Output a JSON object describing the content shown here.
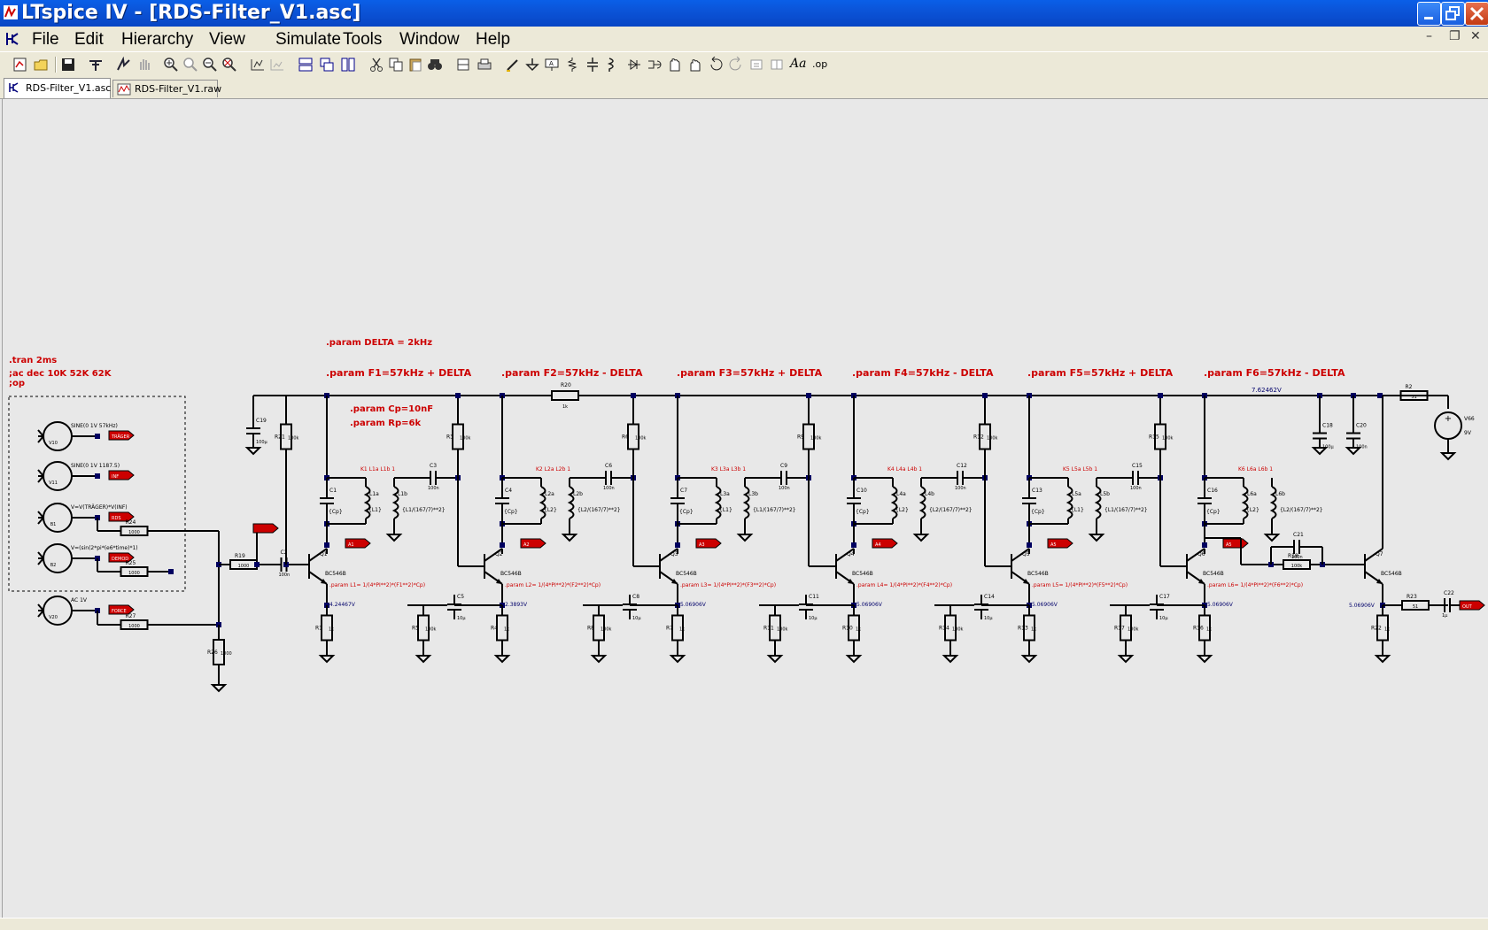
{
  "window": {
    "title": "LTspice IV - [RDS-Filter_V1.asc]",
    "colors": {
      "titlebar": "#0b54d8",
      "wire": "#000080",
      "param_text": "#cc0000",
      "node_voltage": "#000080",
      "canvas": "#e8e8e8"
    }
  },
  "menu": {
    "items": [
      "File",
      "Edit",
      "Hierarchy",
      "View",
      "Simulate",
      "Tools",
      "Window",
      "Help"
    ]
  },
  "toolbar": {
    "icons": [
      "new-schematic-icon",
      "open-icon",
      "save-icon",
      "control-panel-icon",
      "run-icon",
      "halt-icon",
      "zoom-in-icon",
      "zoom-pan-icon",
      "zoom-out-icon",
      "zoom-fit-icon",
      "autorange-icon",
      "grid-icon",
      "tile-horizontal-icon",
      "cascade-icon",
      "tile-vertical-icon",
      "cut-icon",
      "copy-icon",
      "paste-icon",
      "find-icon",
      "print-preview-icon",
      "print-icon",
      "draw-wire-icon",
      "ground-icon",
      "label-net-icon",
      "resistor-icon",
      "capacitor-icon",
      "inductor-icon",
      "diode-icon",
      "component-icon",
      "move-icon",
      "drag-icon",
      "undo-icon",
      "redo-icon",
      "rotate-icon",
      "mirror-icon",
      "text-icon",
      "spice-directive-icon"
    ],
    "text_button": "Aa",
    "op_button": ".op"
  },
  "tabs": [
    {
      "label": "RDS-Filter_V1.asc",
      "active": true
    },
    {
      "label": "RDS-Filter_V1.raw",
      "active": false
    }
  ],
  "schematic": {
    "directives": {
      "tran": ".tran 2ms",
      "ac": ";ac dec 10K 52K 62K",
      "op": ";op",
      "delta": ".param DELTA = 2kHz",
      "cp": ".param Cp=10nF",
      "rp": ".param Rp=6k"
    },
    "stage_params": [
      ".param F1=57kHz + DELTA",
      ".param F2=57kHz - DELTA",
      ".param F3=57kHz + DELTA",
      ".param F4=57kHz - DELTA",
      ".param F5=57kHz + DELTA",
      ".param F6=57kHz - DELTA"
    ],
    "l_params": [
      ".param L1= 1/(4*PI**2)*(F1**2)*Cp)",
      ".param L2= 1/(4*PI**2)*(F2**2)*Cp)",
      ".param L3= 1/(4*PI**2)*(F3**2)*Cp)",
      ".param L4= 1/(4*PI**2)*(F4**2)*Cp)",
      ".param L5= 1/(4*PI**2)*(F5**2)*Cp)",
      ".param L6= 1/(4*PI**2)*(F6**2)*Cp)"
    ],
    "couplings": [
      "K1 L1a L1b 1",
      "K2 L2a L2b 1",
      "K3 L3a L3b 1",
      "K4 L4a L4b 1",
      "K5 L5a L5b 1",
      "K6 L6a L6b 1"
    ],
    "transistors": [
      "Q1",
      "Q2",
      "Q3",
      "Q4",
      "Q5",
      "Q6",
      "Q7"
    ],
    "transistor_model": "BC546B",
    "emitter_voltages": [
      "4.24467V",
      "2.3893V",
      "5.06906V",
      "5.06906V",
      "5.06906V",
      "5.06906V",
      "5.06906V"
    ],
    "rail_voltage": "7.62462V",
    "supply": {
      "name": "V66",
      "value": "9V"
    },
    "sources": [
      "SINE(0 1V 57kHz)",
      "SINE(0 1V 1187.5)",
      "V=V(TRÄGER)*V(INF)",
      "V=(sin(2*pi*(e6*time)*1)",
      "AC 1V"
    ],
    "source_labels": [
      "TRÄGER",
      "INF",
      "RDS",
      "DEMOD",
      "FORCE"
    ],
    "source_refs": [
      "V10",
      "V11",
      "B1",
      "B2",
      "V20"
    ],
    "resistors_in": [
      "R24",
      "R25",
      "R27",
      "R19",
      "R26"
    ],
    "resistor_value": "1000",
    "misc": {
      "r20": "R20",
      "r20v": "1k",
      "r2": "R2",
      "r2v": "51",
      "r23": "R23",
      "r23v": "51",
      "r18": "R18",
      "r18v": "100k",
      "c19": "C19",
      "c19v": "100µ",
      "c18": "C18",
      "c18v": "100µ",
      "c20": "C20",
      "c20v": "100n",
      "c21": "C21",
      "c21v": "100n",
      "c22": "C22",
      "c22v": "1µ",
      "c2": "C2",
      "c2v": "100n",
      "out": "OUT",
      "r21": "R21",
      "r21v": "100k"
    },
    "tank_caps": [
      "C1",
      "C4",
      "C7",
      "C10",
      "C13",
      "C16"
    ],
    "coupling_caps": [
      "C3",
      "C6",
      "C9",
      "C12",
      "C15"
    ],
    "bypass_caps": [
      "C5",
      "C8",
      "C11",
      "C14",
      "C17"
    ],
    "bypass_cap_value": "10µ",
    "cap_value_100n": "100n",
    "cp_label": "{Cp}",
    "ind_a": [
      "{L1}",
      "{L2}",
      "{L1}",
      "{L2}",
      "{L1}",
      "{L2}"
    ],
    "ind_b": [
      "{L1/(167/7)**2}",
      "{L2/(167/7)**2}",
      "{L1/(167/7)**2}",
      "{L2/(167/7)**2}",
      "{L1/(167/7)**2}",
      "{L2/(167/7)**2}"
    ],
    "ind_a_names": [
      "L1a",
      "L2a",
      "L3a",
      "L4a",
      "L5a",
      "L6a"
    ],
    "ind_b_names": [
      "L1b",
      "L2b",
      "L3b",
      "L4b",
      "L5b",
      "L6b"
    ],
    "collector_res": [
      "R3",
      "R6",
      "R9",
      "R12",
      "R15"
    ],
    "base_res": [
      "R1",
      "R5",
      "R8",
      "R11",
      "R14",
      "R17",
      "R22"
    ],
    "emitter_res": [
      "R1",
      "R4",
      "R7",
      "R10",
      "R13",
      "R16"
    ],
    "res_1k": "1k",
    "res_100k": "100k",
    "out_flags": [
      "A1",
      "A2",
      "A3",
      "A4",
      "A5"
    ]
  }
}
